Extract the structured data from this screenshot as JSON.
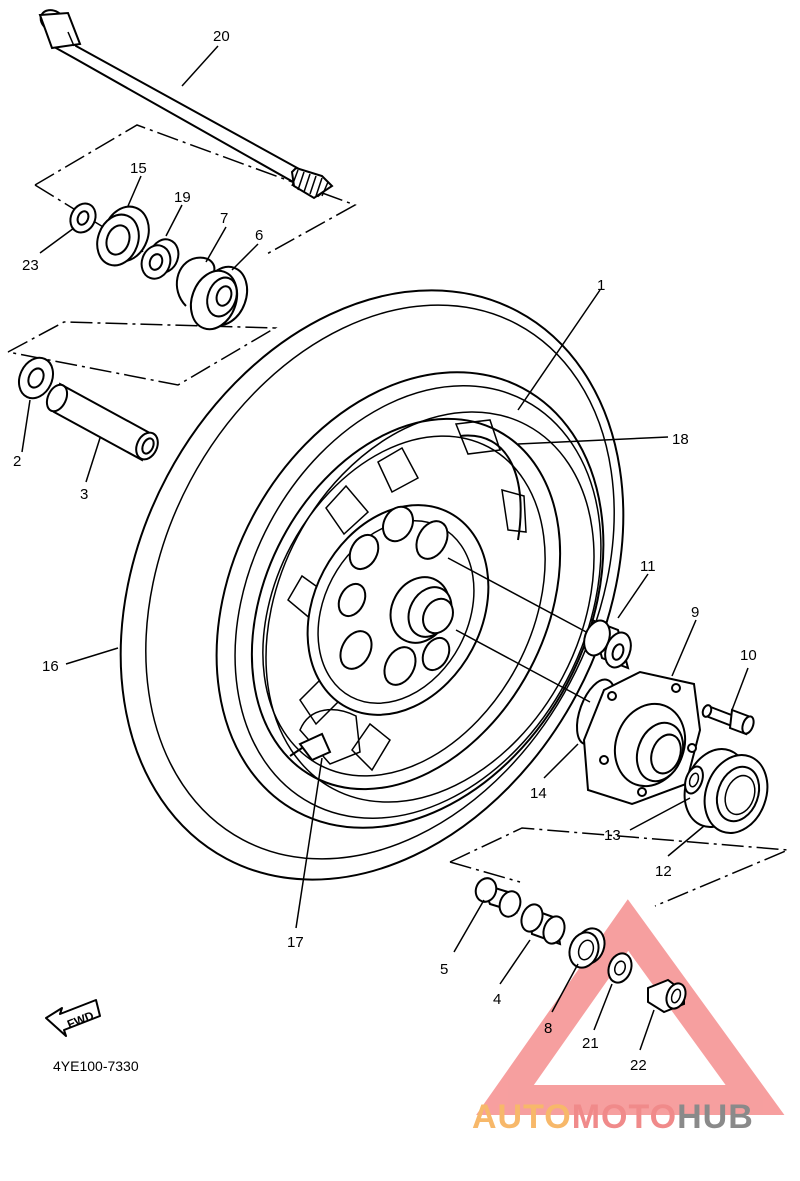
{
  "diagram_code": "4YE100-7330",
  "fwd_label": "FWD",
  "watermark": {
    "text_parts": [
      "AUTO",
      "MOTO",
      "HUB"
    ],
    "colors": [
      "#f7b86a",
      "#f08a8a",
      "#8a8a8a"
    ],
    "triangle_color": "#f47f7f"
  },
  "callouts": [
    {
      "id": "c1",
      "label": "1"
    },
    {
      "id": "c2",
      "label": "2"
    },
    {
      "id": "c3",
      "label": "3"
    },
    {
      "id": "c4",
      "label": "4"
    },
    {
      "id": "c5",
      "label": "5"
    },
    {
      "id": "c6",
      "label": "6"
    },
    {
      "id": "c7",
      "label": "7"
    },
    {
      "id": "c8",
      "label": "8"
    },
    {
      "id": "c9",
      "label": "9"
    },
    {
      "id": "c10",
      "label": "10"
    },
    {
      "id": "c11",
      "label": "11"
    },
    {
      "id": "c12",
      "label": "12"
    },
    {
      "id": "c13",
      "label": "13"
    },
    {
      "id": "c14",
      "label": "14"
    },
    {
      "id": "c15",
      "label": "15"
    },
    {
      "id": "c16",
      "label": "16"
    },
    {
      "id": "c17",
      "label": "17"
    },
    {
      "id": "c18",
      "label": "18"
    },
    {
      "id": "c19",
      "label": "19"
    },
    {
      "id": "c20",
      "label": "20"
    },
    {
      "id": "c21",
      "label": "21"
    },
    {
      "id": "c22",
      "label": "22"
    },
    {
      "id": "c23",
      "label": "23"
    }
  ]
}
